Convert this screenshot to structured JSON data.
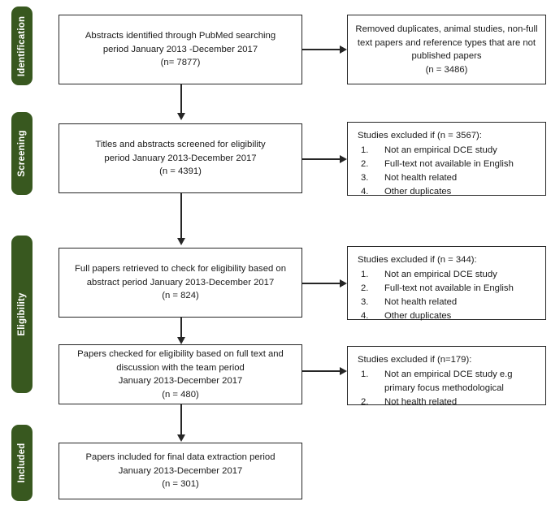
{
  "diagram": {
    "title": "PRISMA study selection flow diagram",
    "accent_green": "#38581f",
    "line_color": "#262626",
    "background": "#ffffff"
  },
  "stages": [
    {
      "label": "Identification"
    },
    {
      "label": "Screening"
    },
    {
      "label": "Eligibility"
    },
    {
      "label": "Included"
    }
  ],
  "flow": {
    "box1": {
      "line1": "Abstracts identified through PubMed searching",
      "line2": "period January 2013 -December 2017",
      "line3": "(n= 7877)"
    },
    "box2": {
      "line1": "Titles and abstracts screened for eligibility",
      "line2": "period January 2013-December 2017",
      "line3": "(n = 4391)"
    },
    "box3": {
      "line1": "Full papers retrieved to check for eligibility based on",
      "line2": "abstract period January 2013-December 2017",
      "line3": "(n = 824)"
    },
    "box4": {
      "line1": "Papers checked for eligibility based on full text and",
      "line2": "discussion with the team period",
      "line3": "January 2013-December 2017",
      "line4": "(n = 480)"
    },
    "box5": {
      "line1": "Papers included for final data extraction period",
      "line2": "January 2013-December 2017",
      "line3": "(n = 301)"
    }
  },
  "excluded": {
    "removed1": {
      "line1": "Removed duplicates, animal studies, non-full",
      "line2": "text papers and reference types that are not",
      "line3": "published papers",
      "line4": "(n = 3486)"
    },
    "excl2": {
      "heading": "Studies excluded if (n = 3567):",
      "items": [
        {
          "num": "1.",
          "text": "Not an empirical DCE study"
        },
        {
          "num": "2.",
          "text": "Full-text not available in English"
        },
        {
          "num": "3.",
          "text": "Not health related"
        },
        {
          "num": "4.",
          "text": "Other duplicates"
        }
      ]
    },
    "excl3": {
      "heading": "Studies excluded if (n = 344):",
      "items": [
        {
          "num": "1.",
          "text": "Not an empirical DCE study"
        },
        {
          "num": "2.",
          "text": "Full-text not available in English"
        },
        {
          "num": "3.",
          "text": "Not health related"
        },
        {
          "num": "4.",
          "text": "Other duplicates"
        }
      ]
    },
    "excl4": {
      "heading": "Studies excluded if (n=179):",
      "items": [
        {
          "num": "1.",
          "text": "Not an empirical DCE study e.g primary focus methodological"
        },
        {
          "num": "2.",
          "text": "Not health related"
        }
      ]
    }
  }
}
